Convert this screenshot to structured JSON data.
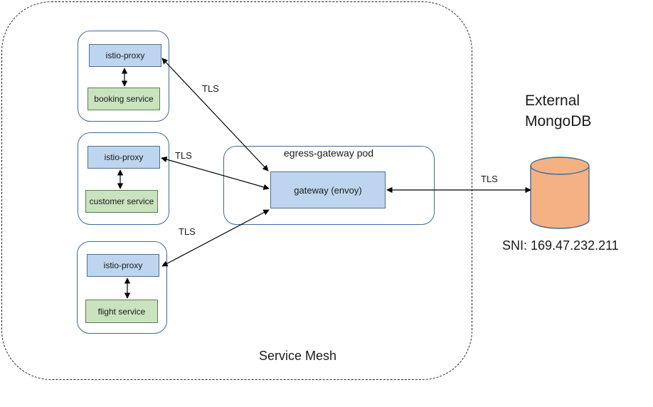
{
  "diagram": {
    "mesh_label": "Service Mesh",
    "services": [
      {
        "proxy": "istio-proxy",
        "name": "booking service"
      },
      {
        "proxy": "istio-proxy",
        "name": "customer service"
      },
      {
        "proxy": "istio-proxy",
        "name": "flight service"
      }
    ],
    "egress": {
      "title": "egress-gateway pod",
      "gateway": "gateway (envoy)"
    },
    "tls_labels": [
      "TLS",
      "TLS",
      "TLS",
      "TLS"
    ],
    "external": {
      "line1": "External",
      "line2": "MongoDB",
      "sni": "SNI: 169.47.232.211"
    },
    "colors": {
      "proxy_fill": "#bdd5ee",
      "service_fill": "#c9e3bf",
      "db_fill": "#f4b183",
      "border": "#3f6a98"
    }
  }
}
